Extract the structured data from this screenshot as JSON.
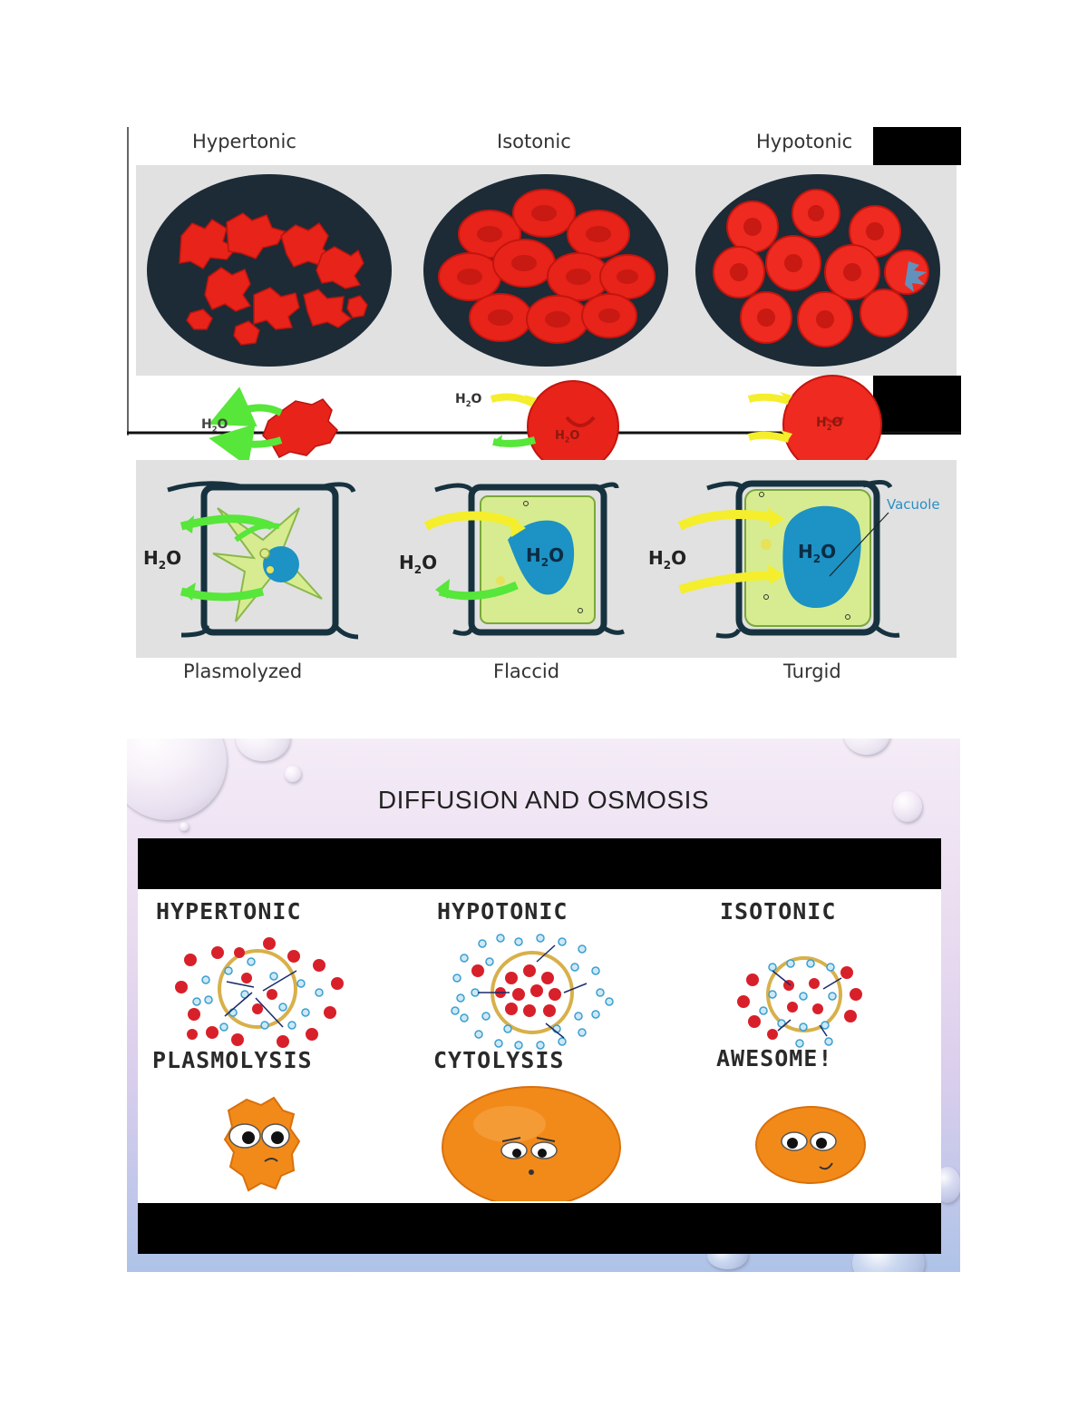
{
  "figure_top": {
    "column_labels": [
      "Hypertonic",
      "Isotonic",
      "Hypotonic"
    ],
    "bottom_labels": [
      "Plasmolyzed",
      "Flaccid",
      "Turgid"
    ],
    "water_label": "H2O",
    "vacuole_label": "Vacuole"
  },
  "slide": {
    "title": "DIFFUSION AND OSMOSIS",
    "cartoon": {
      "column_labels": [
        "HYPERTONIC",
        "HYPOTONIC",
        "ISOTONIC"
      ],
      "outcome_labels": [
        "PLASMOLYSIS",
        "CYTOLYSIS",
        "AWESOME!"
      ]
    }
  },
  "colors": {
    "blood_cell": "#e8231a",
    "dish": "#1c2b36",
    "plant_wall": "#17323f",
    "cytoplasm": "#d7ec90",
    "vacuole": "#1d92c4",
    "arrow_out": "#57e63a",
    "arrow_in": "#f4ee2c",
    "cartoon_cell": "#f28a1a"
  }
}
